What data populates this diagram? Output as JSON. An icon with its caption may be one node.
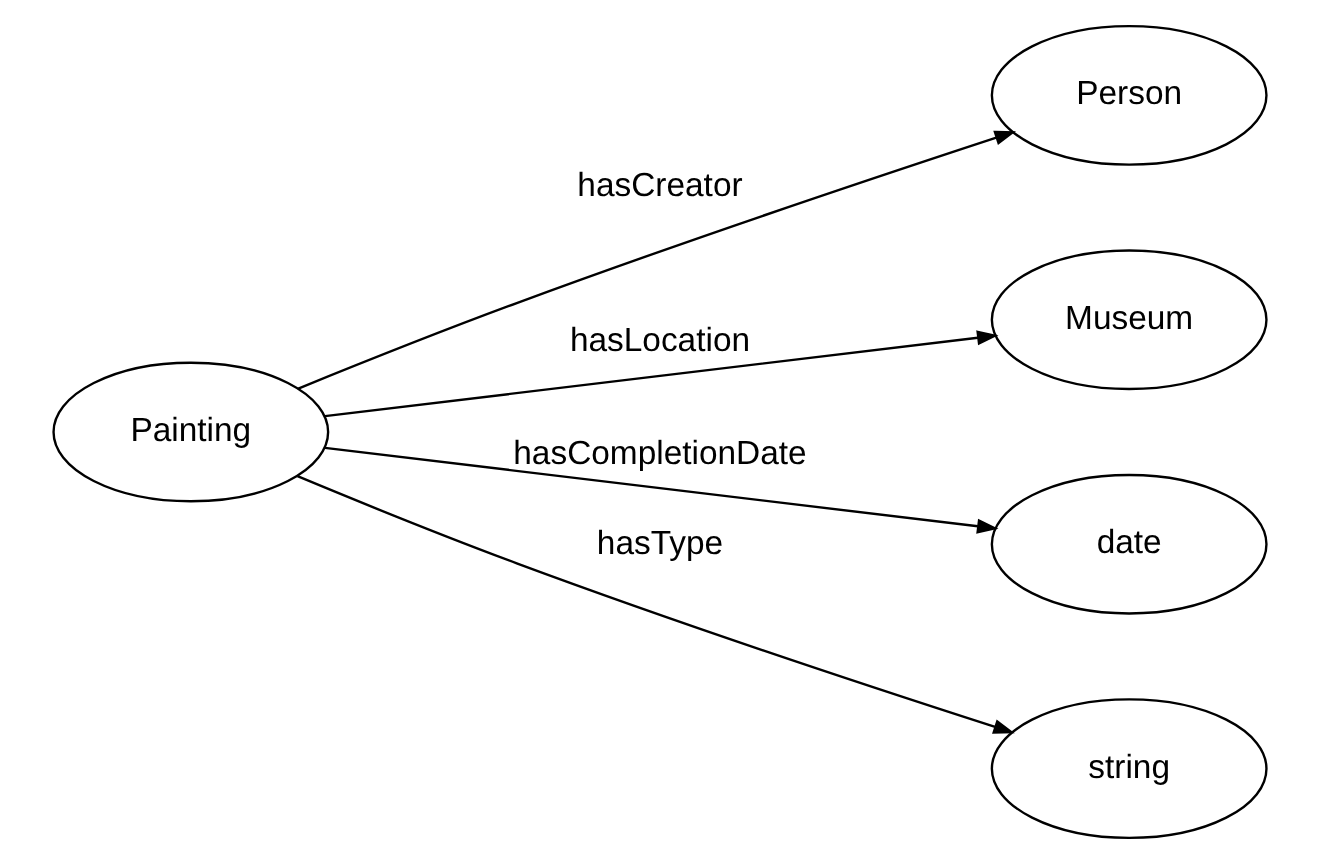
{
  "diagram": {
    "nodes": [
      {
        "text": [
          "Painting"
        ]
      },
      {
        "text": [
          "Person"
        ]
      },
      {
        "text": [
          "Museum"
        ]
      },
      {
        "text": [
          "date"
        ]
      },
      {
        "text": [
          "string"
        ]
      }
    ],
    "edges": [
      {
        "from": 0,
        "to": 1,
        "arrow": "to",
        "label": "hasCreator"
      },
      {
        "from": 0,
        "to": 2,
        "arrow": "to",
        "label": "hasLocation"
      },
      {
        "from": 0,
        "to": 3,
        "arrow": "to",
        "label": "hasCompletionDate"
      },
      {
        "from": 0,
        "to": 4,
        "arrow": "to",
        "label": "hasType"
      }
    ]
  }
}
